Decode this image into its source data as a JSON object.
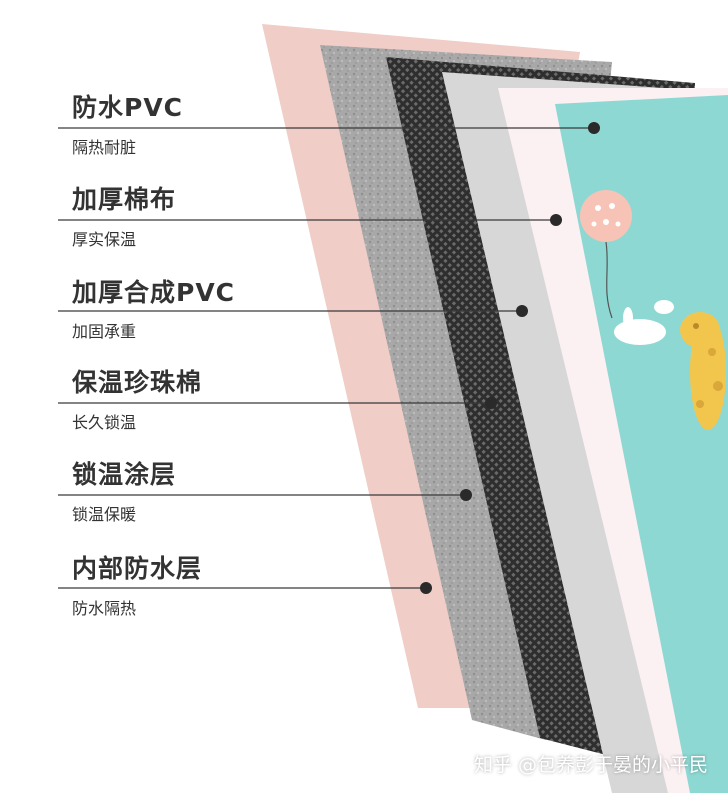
{
  "layers": [
    {
      "title": "防水PVC",
      "subtitle": "隔热耐脏"
    },
    {
      "title": "加厚棉布",
      "subtitle": "厚实保温"
    },
    {
      "title": "加厚合成PVC",
      "subtitle": "加固承重"
    },
    {
      "title": "保温珍珠棉",
      "subtitle": "长久锁温"
    },
    {
      "title": "锁温涂层",
      "subtitle": "锁温保暖"
    },
    {
      "title": "内部防水层",
      "subtitle": "防水隔热"
    }
  ],
  "watermark": "知乎 @包养彭于晏的小平民",
  "colors": {
    "pink_layer": "#f0cdc6",
    "foam_layer": "#a9a9a9",
    "mesh_layer": "#3f3f3f",
    "grey_layer": "#d6d6d6",
    "white_layer": "#fbf1f3",
    "print_layer": "#8ed8d3",
    "leader_line": "#3a3a3a"
  }
}
